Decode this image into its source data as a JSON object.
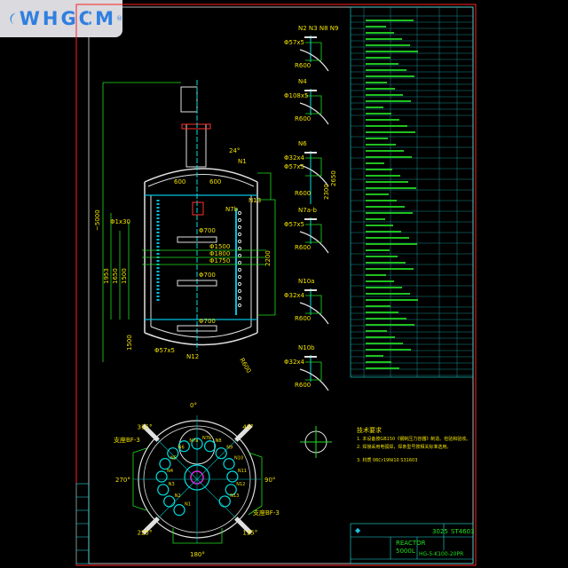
{
  "watermark": {
    "brand": "WHGCM",
    "registered": "®",
    "accent": "#2f7fe0"
  },
  "colors": {
    "background": "#000000",
    "frame": "#ff2020",
    "dimension": "#20e020",
    "text": "#f0e000",
    "centerline": "#00e0e0",
    "outline": "#e0e0e0",
    "highlight": "#e020e0"
  },
  "main_view": {
    "labels": [
      "Φ700",
      "Φ700",
      "Φ700",
      "Φ1500",
      "Φ1800",
      "Φ1750",
      "2200",
      "1500",
      "1650",
      "1953",
      "600",
      "600",
      "N13",
      "N12",
      "N1",
      "24°",
      "Φ57x5",
      "1500",
      "~5000",
      "Φ1x30",
      "R600",
      "N7b"
    ]
  },
  "nozzle_details": [
    {
      "title": "N2 N3 N8 N9",
      "pipe": "Φ57x5",
      "radius": "R600"
    },
    {
      "title": "N4",
      "pipe": "Φ108x5",
      "radius": "R600"
    },
    {
      "title": "N6",
      "pipe": "Φ32x4",
      "pipe2": "Φ57x5",
      "radius": "R600",
      "dim1": "2650",
      "dim2": "2300"
    },
    {
      "title": "N7a-b",
      "pipe": "Φ57x5",
      "radius": "R600"
    },
    {
      "title": "N10a",
      "pipe": "Φ32x4",
      "radius": "R600"
    },
    {
      "title": "N10b",
      "pipe": "Φ32x4",
      "radius": "R600"
    }
  ],
  "plan_view": {
    "angles": [
      "0°",
      "45°",
      "90°",
      "135°",
      "180°",
      "225°",
      "270°",
      "315°"
    ],
    "nozzles": [
      "N1",
      "N2",
      "N3",
      "N4",
      "N5",
      "N6",
      "N7a",
      "N7b",
      "N8",
      "N9",
      "N10",
      "N11",
      "N12",
      "N13"
    ],
    "lug_labels": [
      "支座BF-3",
      "支座BF-3"
    ]
  },
  "notes": {
    "heading": "技术要求",
    "lines": [
      "1. 本设备按GB150《钢制压力容器》制造、检验和验收。",
      "2. 焊接采用电弧焊，焊条型号按相关标准选用。",
      "3. 材质 06Cr19Ni10 S31603"
    ]
  },
  "title_block": {
    "drawing_name": "REACTOR",
    "spec": "5000L",
    "number_a": "3025",
    "number_b": "ST4603",
    "drawing_no": "HG-5-K100-20PR"
  }
}
